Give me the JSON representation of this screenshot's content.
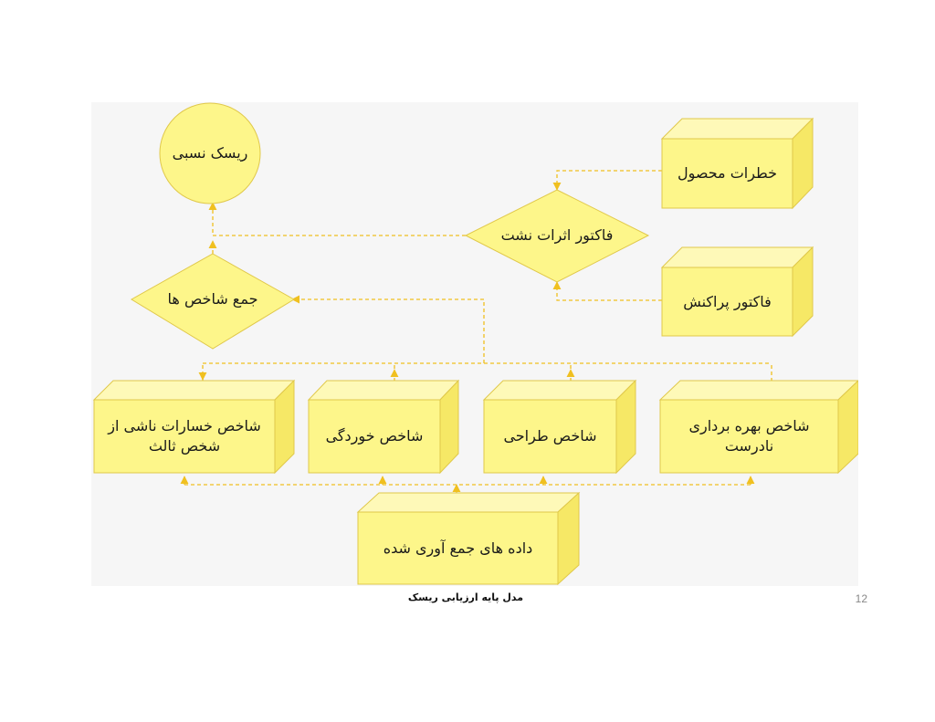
{
  "colors": {
    "box_front": "#fdf68a",
    "box_top": "#fef9b8",
    "box_side": "#f6e866",
    "box_stroke": "#e0c84a",
    "connector": "#f0c020",
    "panel_background": "#f6f6f6"
  },
  "nodes": {
    "relative_risk": "ریسک نسبی",
    "index_sum": "جمع شاخص ها",
    "leak_effects_factor": "فاکتور اثرات نشت",
    "product_hazards": "خطرات محصول",
    "dispersion_factor": "فاکتور پراکنش",
    "third_party_index": "شاخص خسارات ناشی از\nشخص ثالث",
    "corrosion_index": "شاخص خوردگی",
    "design_index": "شاخص طراحی",
    "incorrect_operation_index": "شاخص بهره برداری\nنادرست",
    "collected_data": "داده های جمع آوری شده"
  },
  "caption": "مدل پایه ارزیابی ریسک",
  "page_number": "12"
}
